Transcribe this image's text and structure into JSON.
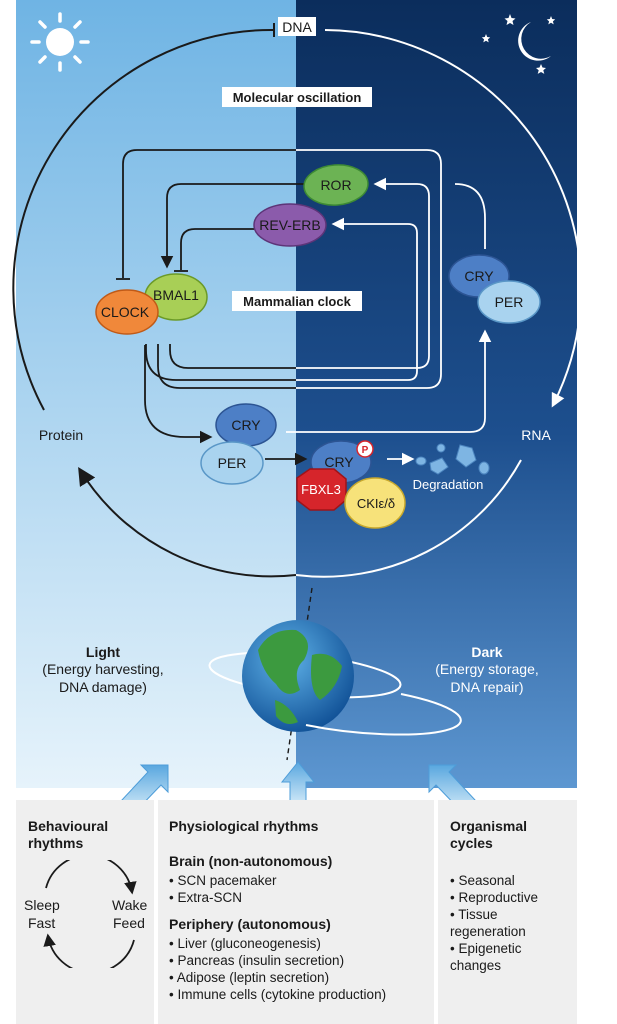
{
  "diagram": {
    "dna": "DNA",
    "rna": "RNA",
    "protein": "Protein",
    "molecular_oscillation": "Molecular oscillation",
    "mammalian_clock": "Mammalian clock",
    "proteins": {
      "ror": "ROR",
      "rev_erb": "REV-ERB",
      "clock": "CLOCK",
      "bmal1": "BMAL1",
      "cry": "CRY",
      "per": "PER",
      "fbxl3": "FBXL3",
      "ck": "CKIε/δ",
      "phospho": "P"
    },
    "degradation": "Degradation",
    "light": {
      "title": "Light",
      "line1": "(Energy harvesting,",
      "line2": "DNA damage)"
    },
    "dark": {
      "title": "Dark",
      "line1": "(Energy storage,",
      "line2": "DNA repair)"
    }
  },
  "panels": {
    "behavioural": {
      "title_line1": "Behavioural",
      "title_line2": "rhythms",
      "sleep": "Sleep",
      "fast": "Fast",
      "wake": "Wake",
      "feed": "Feed"
    },
    "physiological": {
      "title": "Physiological rhythms",
      "brain_title": "Brain (non-autonomous)",
      "brain_items": [
        "SCN pacemaker",
        "Extra-SCN"
      ],
      "periphery_title": "Periphery (autonomous)",
      "periphery_items": [
        "Liver (gluconeogenesis)",
        "Pancreas (insulin secretion)",
        "Adipose (leptin secretion)",
        "Immune cells (cytokine production)"
      ]
    },
    "organismal": {
      "title_line1": "Organismal",
      "title_line2": "cycles",
      "items": [
        "Seasonal",
        "Reproductive",
        "Tissue regeneration",
        "Epigenetic changes"
      ]
    }
  },
  "colors": {
    "day_top": "#6fb4e4",
    "day_bottom": "#e6f3fb",
    "night_top": "#0b2d5c",
    "night_bottom": "#5d97d1",
    "clock": "#f0883a",
    "bmal1": "#a8cf56",
    "ror": "#6cb354",
    "rev_erb": "#8b5bab",
    "cry": "#4d7fc6",
    "per": "#a9d3ef",
    "fbxl3": "#d6252b",
    "ck": "#f7e27a",
    "panel_bg": "#efefef"
  }
}
